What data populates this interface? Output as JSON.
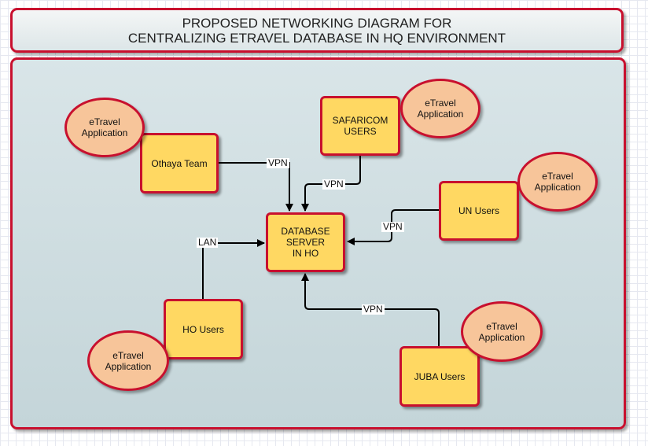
{
  "title": {
    "line1": "PROPOSED NETWORKING DIAGRAM FOR",
    "line2": "CENTRALIZING ETRAVEL DATABASE IN HQ ENVIRONMENT"
  },
  "nodes": {
    "server": [
      "DATABASE",
      "SERVER",
      "IN HO"
    ],
    "othaya": [
      "Othaya Team"
    ],
    "safaricom": [
      "SAFARICOM",
      "USERS"
    ],
    "un": [
      "UN Users"
    ],
    "ho": [
      "HO Users"
    ],
    "juba": [
      "JUBA Users"
    ]
  },
  "app": [
    "eTravel",
    "Application"
  ],
  "edges": {
    "othaya": "VPN",
    "safaricom": "VPN",
    "un": "VPN",
    "ho": "LAN",
    "juba": "VPN"
  },
  "colors": {
    "border": "#c8102e",
    "node_fill": "#ffd862",
    "oval_fill": "#f7c59a",
    "panel_fill": "#d0dfe2"
  }
}
